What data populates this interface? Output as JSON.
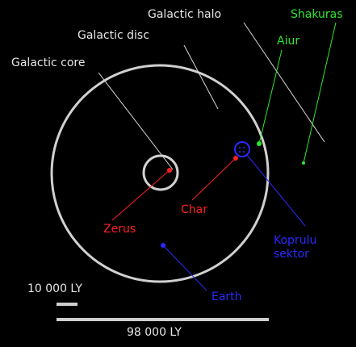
{
  "labels": {
    "galactic_halo": "Galactic halo",
    "galactic_disc": "Galactic disc",
    "galactic_core": "Galactic core",
    "shakuras": "Shakuras",
    "aiur": "Aiur",
    "zerus": "Zerus",
    "char": "Char",
    "koprulu_line1": "Koprulu",
    "koprulu_line2": "sektor",
    "earth": "Earth",
    "scale_small": "10 000 LY",
    "scale_large": "98 000 LY"
  },
  "colors": {
    "background": "#000000",
    "ring": "#d0d0d0",
    "neutral_text": "#e6e6e6",
    "green": "#2ee62e",
    "red": "#ff2020",
    "blue": "#2a2aff"
  }
}
